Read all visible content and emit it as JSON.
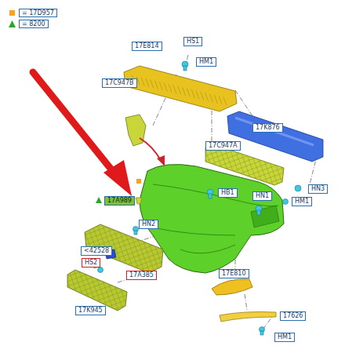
{
  "diagram": {
    "labels": [
      "17E814",
      "HS1",
      "HM1",
      "17C947B",
      "17K876",
      "17C947A",
      "HB1",
      "HN1",
      "HN3",
      "HM1",
      "17A989",
      "HN2",
      "<42528",
      "HS2",
      "17A385",
      "17K945",
      "17E810",
      "17626",
      "HM1"
    ],
    "legend": [
      {
        "text": "= 17D957",
        "color": "#f5a41d"
      },
      {
        "text": "= 8200"
      }
    ]
  }
}
